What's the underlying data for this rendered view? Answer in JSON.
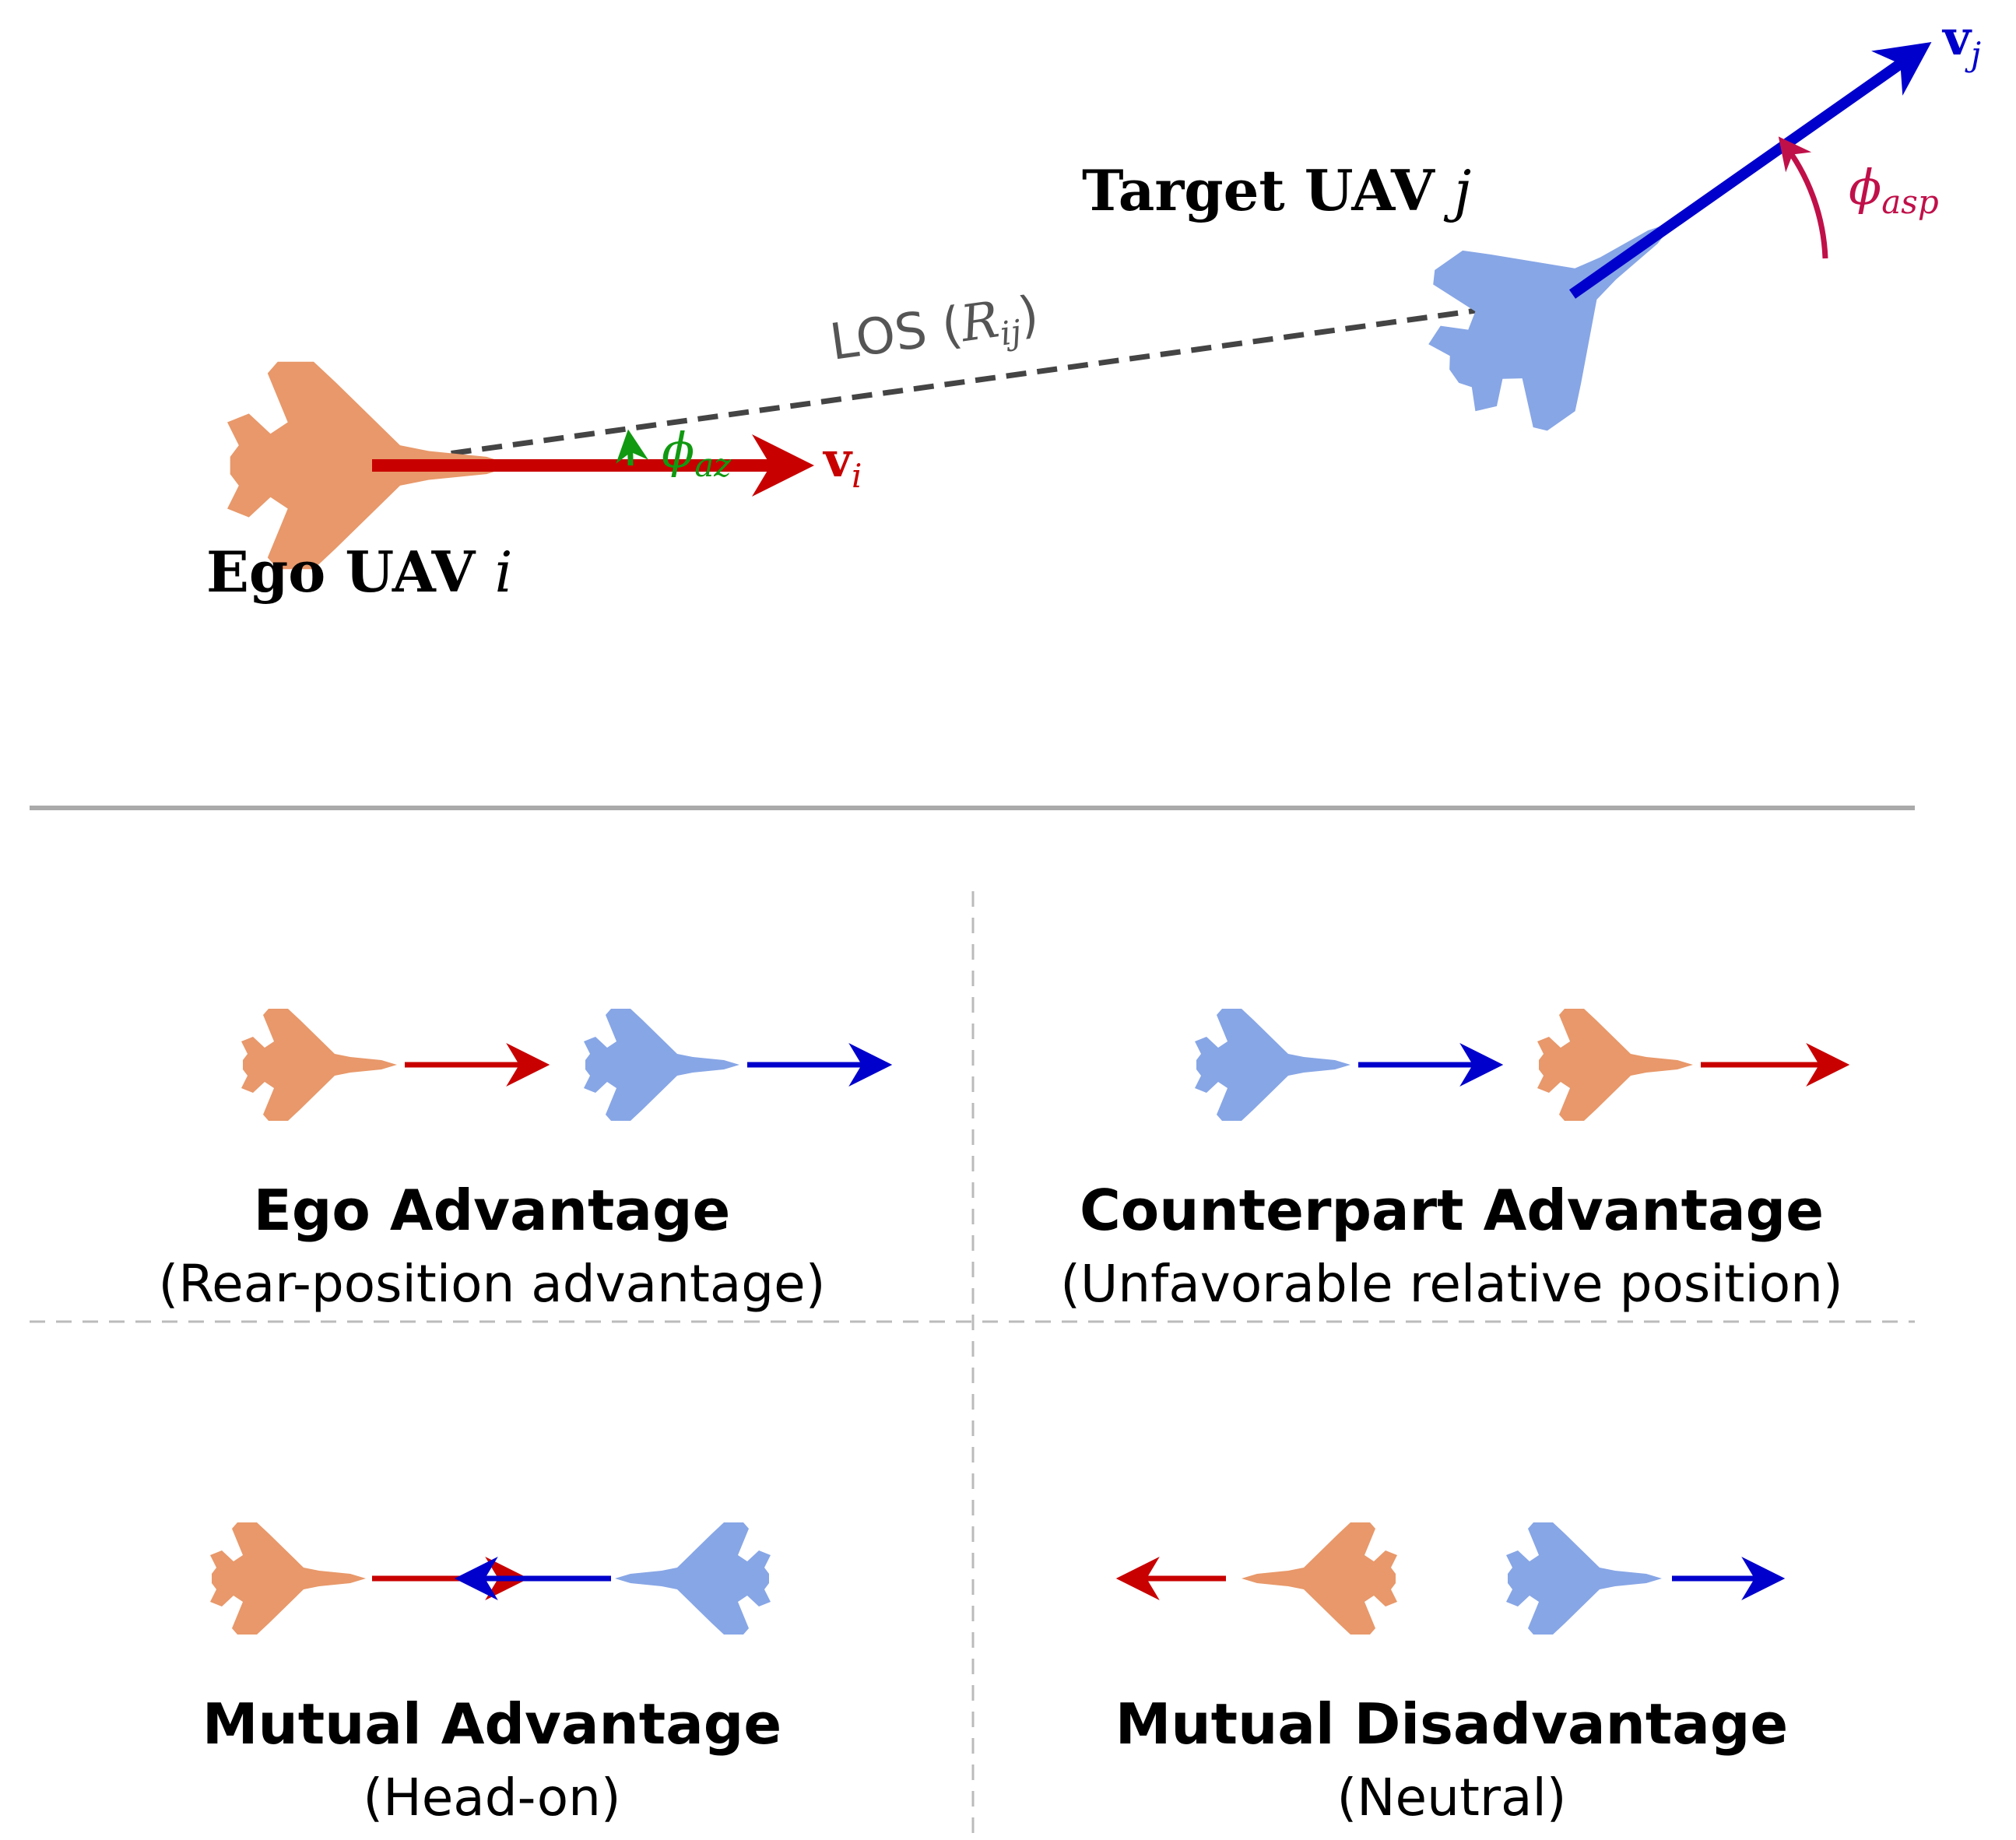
{
  "colors": {
    "ego_jet": "#e8986a",
    "target_jet": "#87a6e6",
    "ego_vector": "#c80000",
    "target_vector": "#0000cc",
    "azimuth": "#119911",
    "aspect": "#c0104a",
    "los": "#444444",
    "divider": "#aaaaaa",
    "grid_dash": "#bbbbbb"
  },
  "top_diagram": {
    "ego_label": {
      "text": "Ego UAV ",
      "var": "i"
    },
    "target_label": {
      "text": "Target UAV ",
      "var": "j"
    },
    "vi_label": {
      "bold": "v",
      "sub": "i"
    },
    "vj_label": {
      "bold": "v",
      "sub": "j"
    },
    "los_label": {
      "text": "LOS (",
      "var": "R",
      "sub": "ij",
      "close": ")"
    },
    "phi_az_label": {
      "sym": "ϕ",
      "sub": "az"
    },
    "phi_asp_label": {
      "sym": "ϕ",
      "sub": "asp"
    }
  },
  "panels": [
    {
      "title": "Ego Advantage",
      "subtitle": "(Rear-position advantage)"
    },
    {
      "title": "Counterpart Advantage",
      "subtitle": "(Unfavorable relative position)"
    },
    {
      "title": "Mutual Advantage",
      "subtitle": "(Head-on)"
    },
    {
      "title": "Mutual Disadvantage",
      "subtitle": "(Neutral)"
    }
  ],
  "icons": {
    "jet": "fighter-jet-icon"
  }
}
